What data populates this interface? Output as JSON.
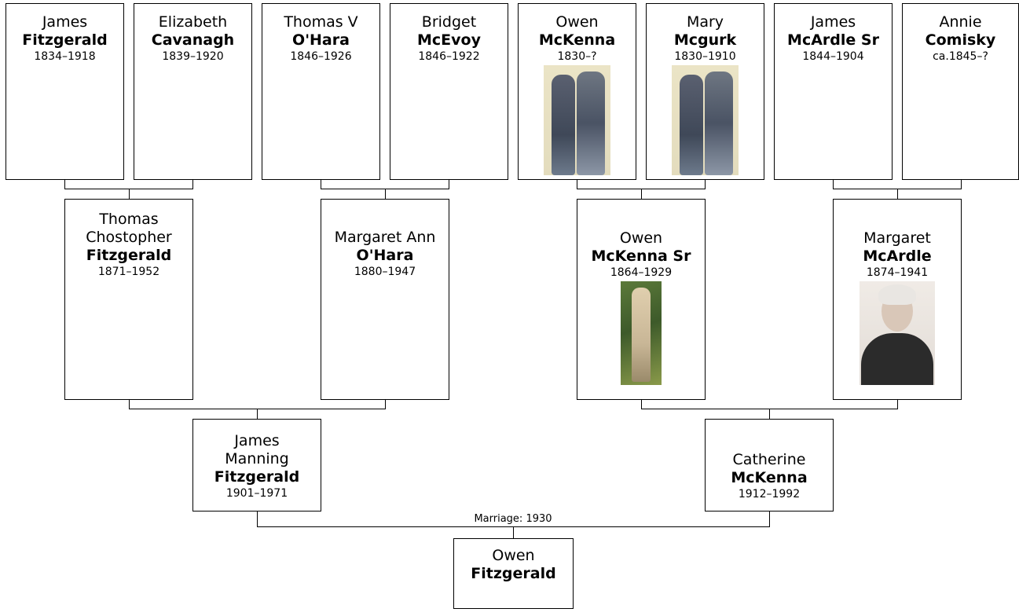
{
  "people": {
    "p1": {
      "given": "James",
      "surname": "Fitzgerald",
      "dates": "1834–1918"
    },
    "p2": {
      "given": "Elizabeth",
      "surname": "Cavanagh",
      "dates": "1839–1920"
    },
    "p3": {
      "given": "Thomas V",
      "surname": "O'Hara",
      "dates": "1846–1926"
    },
    "p4": {
      "given": "Bridget",
      "surname": "McEvoy",
      "dates": "1846–1922"
    },
    "p5": {
      "given": "Owen",
      "surname": "McKenna",
      "dates": "1830–?"
    },
    "p6": {
      "given": "Mary",
      "surname": "Mcgurk",
      "dates": "1830–1910"
    },
    "p7": {
      "given": "James",
      "surname": "McArdle Sr",
      "dates": "1844–1904"
    },
    "p8": {
      "given": "Annie",
      "surname": "Comisky",
      "dates": "ca.1845–?"
    },
    "q1": {
      "given1": "Thomas",
      "given2": "Chostopher",
      "surname": "Fitzgerald",
      "dates": "1871–1952"
    },
    "q2": {
      "given": "Margaret Ann",
      "surname": "O'Hara",
      "dates": "1880–1947"
    },
    "q3": {
      "given": "Owen",
      "surname": "McKenna Sr",
      "dates": "1864–1929"
    },
    "q4": {
      "given": "Margaret",
      "surname": "McArdle",
      "dates": "1874–1941"
    },
    "r1": {
      "given1": "James",
      "given2": "Manning",
      "surname": "Fitzgerald",
      "dates": "1901–1971"
    },
    "r2": {
      "given": "Catherine",
      "surname": "McKenna",
      "dates": "1912–1992"
    },
    "root": {
      "given": "Owen",
      "surname": "Fitzgerald"
    }
  },
  "marriage_label": "Marriage: 1930"
}
